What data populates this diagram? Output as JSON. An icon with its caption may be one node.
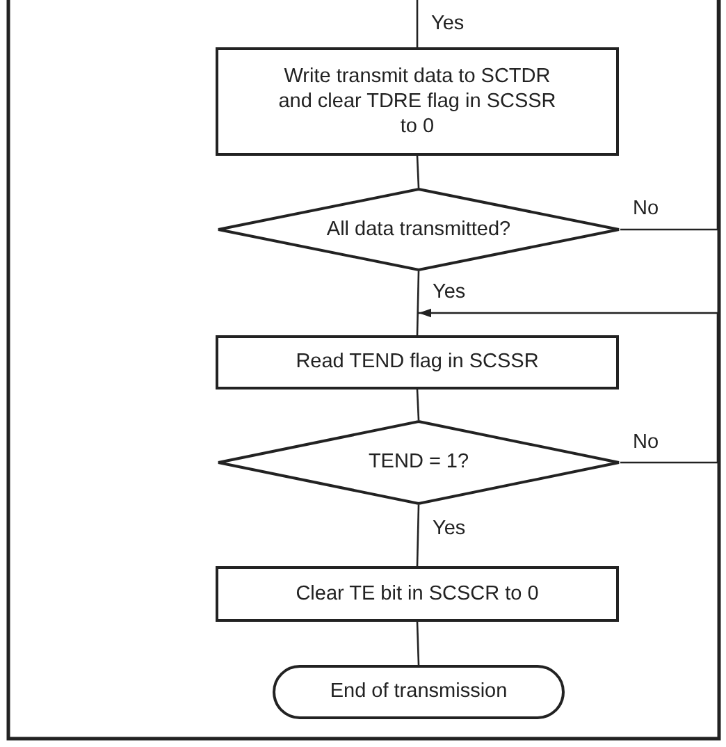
{
  "diagram": {
    "nodes": [
      {
        "text": [
          "Write transmit data to SCTDR and clear TDRE flag in SCSSR to 0"
        ]
      },
      {
        "text": [
          "All data transmitted?"
        ]
      },
      {
        "text": [
          "Read TEND flag in SCSSR"
        ]
      },
      {
        "text": [
          "TEND = 1?"
        ]
      },
      {
        "text": [
          "Clear TE bit in SCSCR to 0"
        ]
      },
      {
        "text": [
          "End of transmission"
        ]
      }
    ],
    "edges": [
      {
        "from": null,
        "to": 0,
        "arrow": "none",
        "label": "Yes"
      },
      {
        "from": 0,
        "to": 1,
        "arrow": "none"
      },
      {
        "from": 1,
        "to": null,
        "arrow": "none",
        "label": "No"
      },
      {
        "from": 1,
        "to": 2,
        "arrow": "none",
        "label": "Yes"
      },
      {
        "from": 3,
        "to": 2,
        "arrow": "to",
        "label": "No"
      },
      {
        "from": 2,
        "to": 3,
        "arrow": "none"
      },
      {
        "from": 3,
        "to": 4,
        "arrow": "none",
        "label": "Yes"
      },
      {
        "from": 4,
        "to": 5,
        "arrow": "none"
      }
    ]
  }
}
